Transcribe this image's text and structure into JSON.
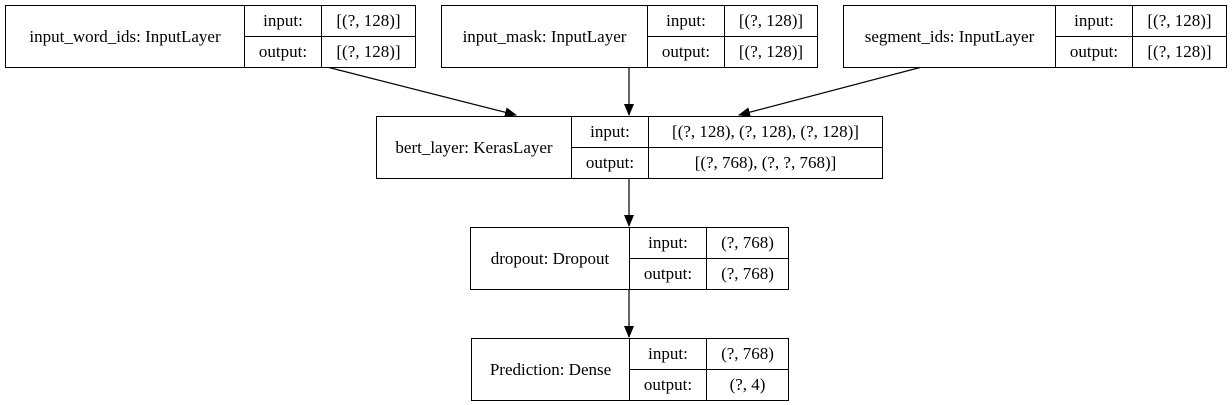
{
  "nodes": [
    {
      "id": "input_word_ids",
      "name": "input_word_ids: InputLayer",
      "input_label": "input:",
      "input": "[(?, 128)]",
      "output_label": "output:",
      "output": "[(?, 128)]"
    },
    {
      "id": "input_mask",
      "name": "input_mask: InputLayer",
      "input_label": "input:",
      "input": "[(?, 128)]",
      "output_label": "output:",
      "output": "[(?, 128)]"
    },
    {
      "id": "segment_ids",
      "name": "segment_ids: InputLayer",
      "input_label": "input:",
      "input": "[(?, 128)]",
      "output_label": "output:",
      "output": "[(?, 128)]"
    },
    {
      "id": "bert_layer",
      "name": "bert_layer: KerasLayer",
      "input_label": "input:",
      "input": "[(?, 128), (?, 128), (?, 128)]",
      "output_label": "output:",
      "output": "[(?, 768), (?, ?, 768)]"
    },
    {
      "id": "dropout",
      "name": "dropout: Dropout",
      "input_label": "input:",
      "input": "(?, 768)",
      "output_label": "output:",
      "output": "(?, 768)"
    },
    {
      "id": "prediction",
      "name": "Prediction: Dense",
      "input_label": "input:",
      "input": "(?, 768)",
      "output_label": "output:",
      "output": "(?, 4)"
    }
  ],
  "edges": [
    {
      "from": "input_word_ids",
      "to": "bert_layer"
    },
    {
      "from": "input_mask",
      "to": "bert_layer"
    },
    {
      "from": "segment_ids",
      "to": "bert_layer"
    },
    {
      "from": "bert_layer",
      "to": "dropout"
    },
    {
      "from": "dropout",
      "to": "prediction"
    }
  ]
}
